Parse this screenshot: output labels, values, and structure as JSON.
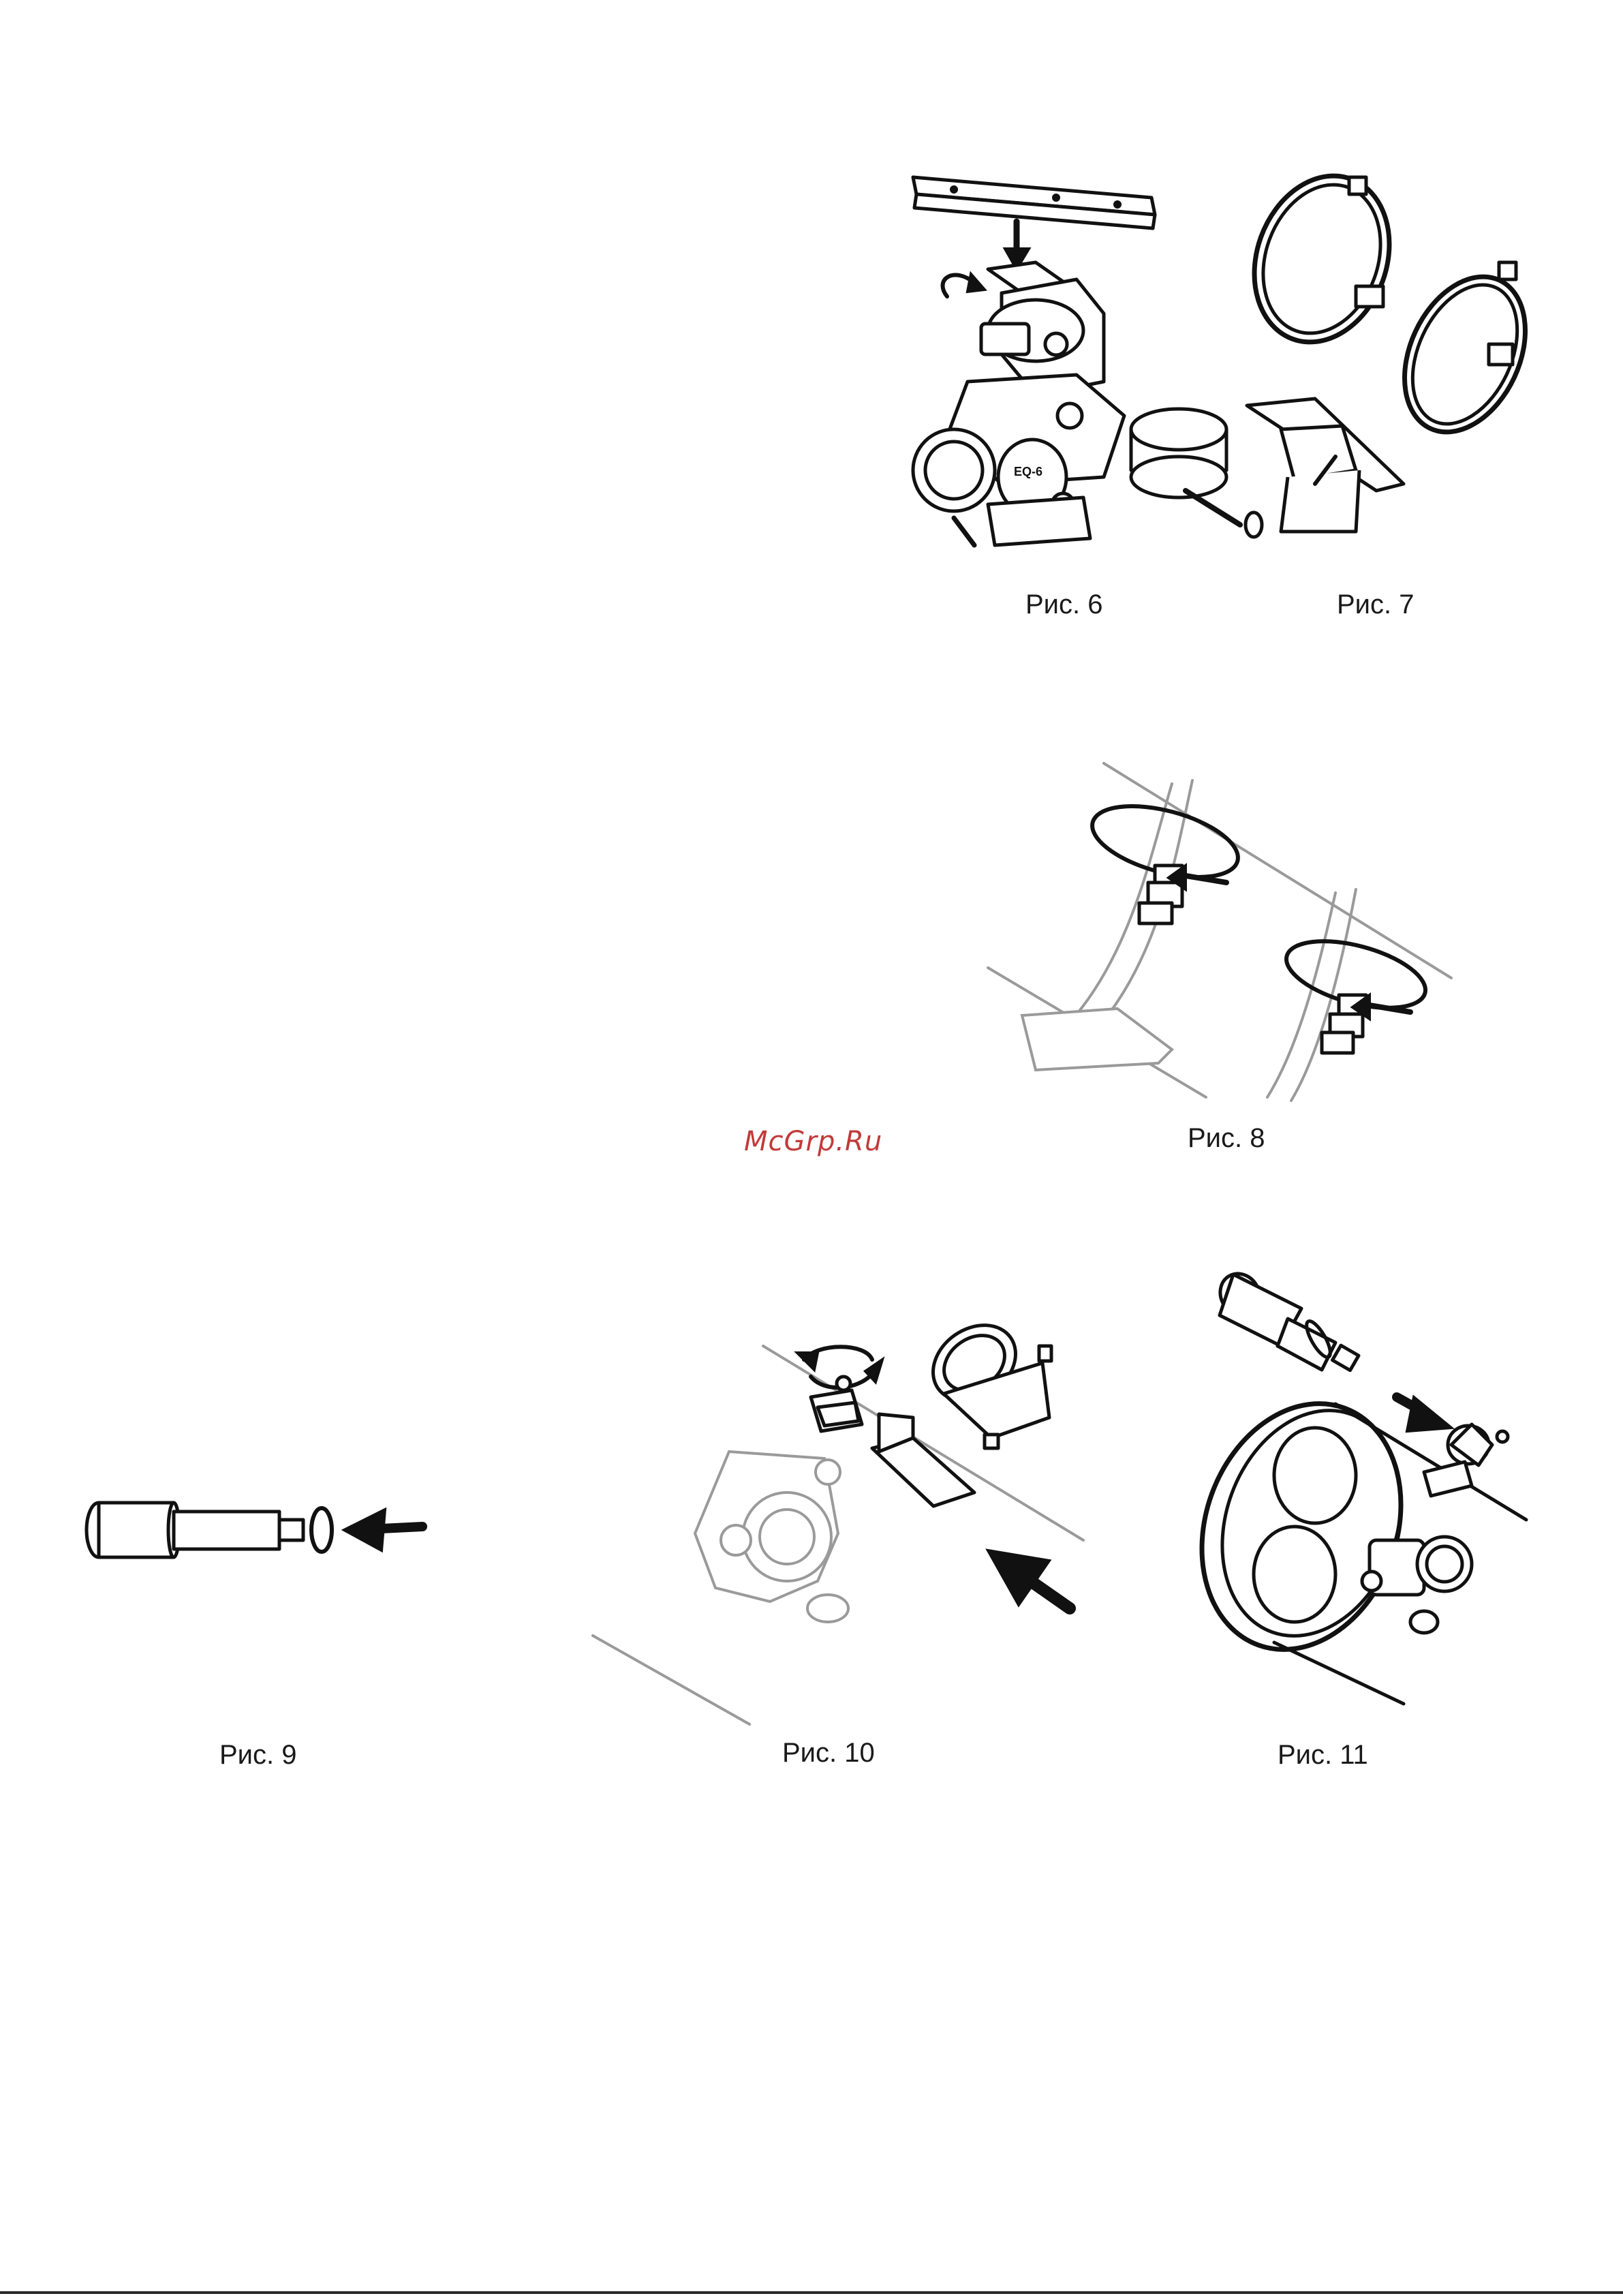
{
  "figures": {
    "fig6": {
      "caption": "Рис. 6",
      "icon": "equatorial-mount-eq6-illustration",
      "badge": "EQ-6"
    },
    "fig7": {
      "caption": "Рис. 7",
      "icon": "tube-rings-illustration"
    },
    "fig8": {
      "caption": "Рис. 8",
      "icon": "tube-rings-clamp-illustration"
    },
    "fig9": {
      "caption": "Рис. 9",
      "icon": "eyepiece-o-ring-illustration"
    },
    "fig10": {
      "caption": "Рис. 10",
      "icon": "finder-bracket-illustration"
    },
    "fig11": {
      "caption": "Рис. 11",
      "icon": "finder-eyepiece-insert-illustration"
    }
  },
  "watermark": "McGrp.Ru",
  "colors": {
    "ink": "#111111",
    "faint_ink": "#9a9a9a",
    "watermark": "#c23a3a"
  }
}
